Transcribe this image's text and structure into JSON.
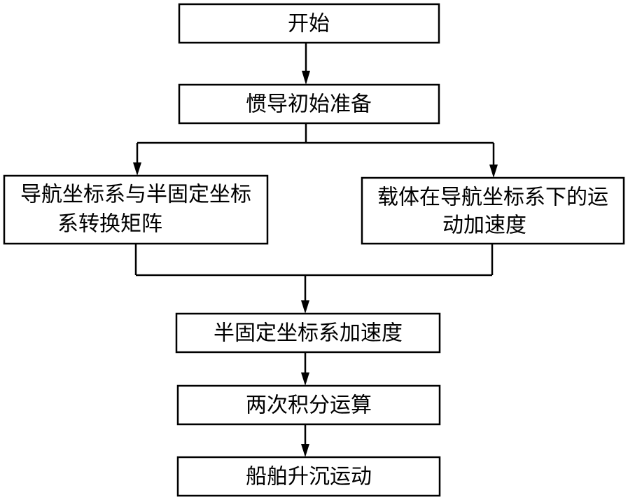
{
  "nodes": {
    "start": {
      "text": "开始"
    },
    "init": {
      "text": "惯导初始准备"
    },
    "matrix": {
      "lines": [
        "导航坐标系与半固定坐标",
        "系转换矩阵"
      ]
    },
    "carrier": {
      "lines": [
        "载体在导航坐标系下的运",
        "动加速度"
      ]
    },
    "semi": {
      "text": "半固定坐标系加速度"
    },
    "integral": {
      "text": "两次积分运算"
    },
    "heave": {
      "text": "船舶升沉运动"
    }
  },
  "edges": [
    {
      "from": "start",
      "to": "init"
    },
    {
      "from": "init",
      "to": "matrix"
    },
    {
      "from": "init",
      "to": "carrier"
    },
    {
      "from": "matrix",
      "to": "semi"
    },
    {
      "from": "carrier",
      "to": "semi"
    },
    {
      "from": "semi",
      "to": "integral"
    },
    {
      "from": "integral",
      "to": "heave"
    }
  ]
}
